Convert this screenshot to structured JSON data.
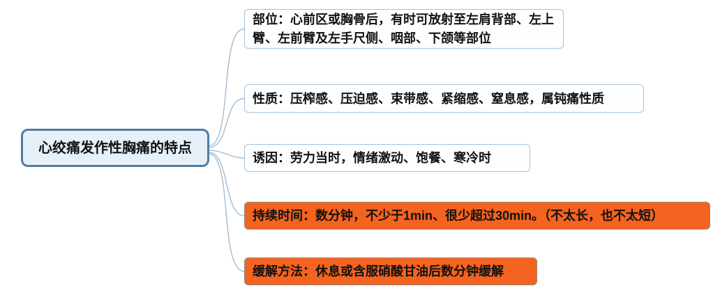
{
  "mindmap": {
    "root": {
      "label": "心绞痛发作性胸痛的特点"
    },
    "branches": [
      {
        "name": "location",
        "label": "部位：心前区或胸骨后，有时可放射至左肩背部、左上臂、左前臂及左手尺侧、咽部、下颌等部位",
        "style": "blue"
      },
      {
        "name": "nature",
        "label": "性质：压榨感、压迫感、束带感、紧缩感、窒息感，属钝痛性质",
        "style": "blue"
      },
      {
        "name": "trigger",
        "label": "诱因：劳力当时，情绪激动、饱餐、寒冷时",
        "style": "blue"
      },
      {
        "name": "duration",
        "label": "持续时间：数分钟，不少于1min、很少超过30min。（不太长，也不太短）",
        "style": "orange"
      },
      {
        "name": "relief",
        "label": "缓解方法：休息或含服硝酸甘油后数分钟缓解",
        "style": "orange"
      }
    ],
    "colors": {
      "root_fill": "#e6f0f8",
      "root_border": "#4e7ca3",
      "branch_fill": "#fdfeff",
      "branch_border": "#a3c1dc",
      "highlight_fill": "#f4631f",
      "highlight_border": "#8f8f8f",
      "connector": "#a2bdd3",
      "text": "#111111"
    }
  }
}
